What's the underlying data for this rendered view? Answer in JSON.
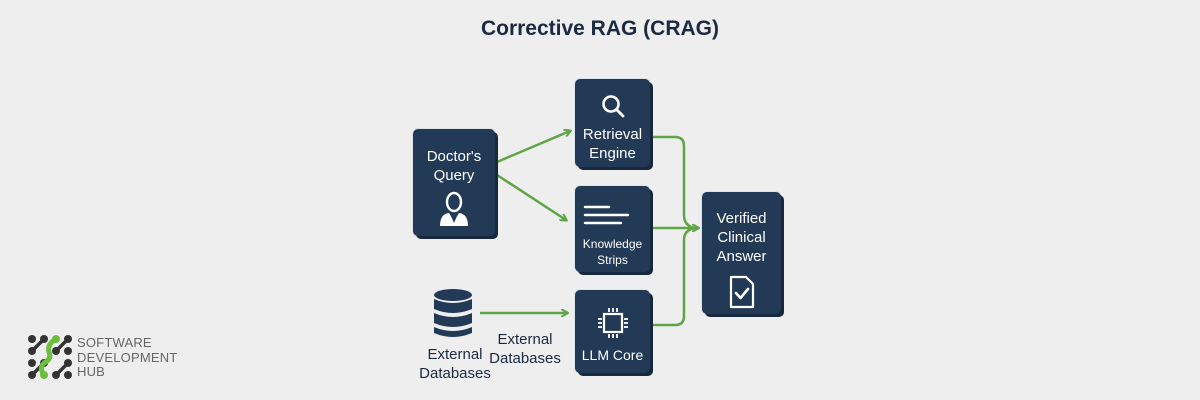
{
  "title": "Corrective RAG (CRAG)",
  "nodes": {
    "query": {
      "line1": "Doctor's",
      "line2": "Query",
      "icon": "user-icon"
    },
    "retrieval": {
      "line1": "Retrieval",
      "line2": "Engine",
      "icon": "search-icon"
    },
    "knowledge": {
      "line1": "Knowledge",
      "line2": "Strips",
      "icon": "text-lines-icon"
    },
    "llm": {
      "line1": "LLM Core",
      "icon": "chip-icon"
    },
    "answer": {
      "line1": "Verified",
      "line2": "Clinical",
      "line3": "Answer",
      "icon": "document-check-icon"
    }
  },
  "database": {
    "icon": "database-icon",
    "label_line1": "External",
    "label_line2": "Databases",
    "edge_label_line1": "External",
    "edge_label_line2": "Databases"
  },
  "colors": {
    "node_fill": "#223a56",
    "arrow": "#5fa445",
    "background": "#eeeeee",
    "title": "#1b2942"
  },
  "logo": {
    "line1": "SOFTWARE",
    "line2": "DEVELOPMENT",
    "line3": "HUB"
  }
}
